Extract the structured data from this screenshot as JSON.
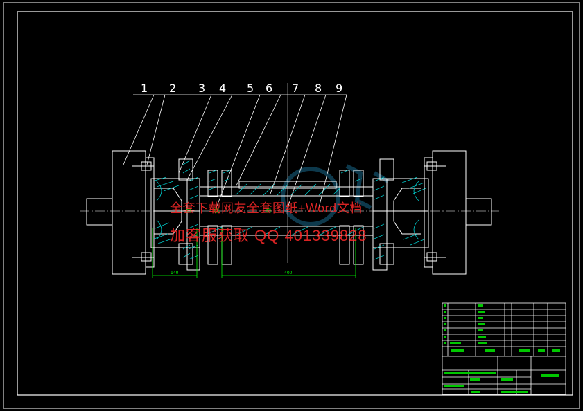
{
  "drawing": {
    "part_labels": [
      "1",
      "2",
      "3",
      "4",
      "5",
      "6",
      "7",
      "8",
      "9"
    ],
    "dimensions": [
      "140",
      "400"
    ]
  },
  "watermark": {
    "line1": "全套下载网友全套图纸+Word文档",
    "line2": "加客服获取 QQ 401339828"
  },
  "colors": {
    "background": "#000000",
    "line": "#ffffff",
    "hatch": "#00c8c8",
    "dimension": "#00ff00",
    "watermark": "#ff2a2a"
  }
}
